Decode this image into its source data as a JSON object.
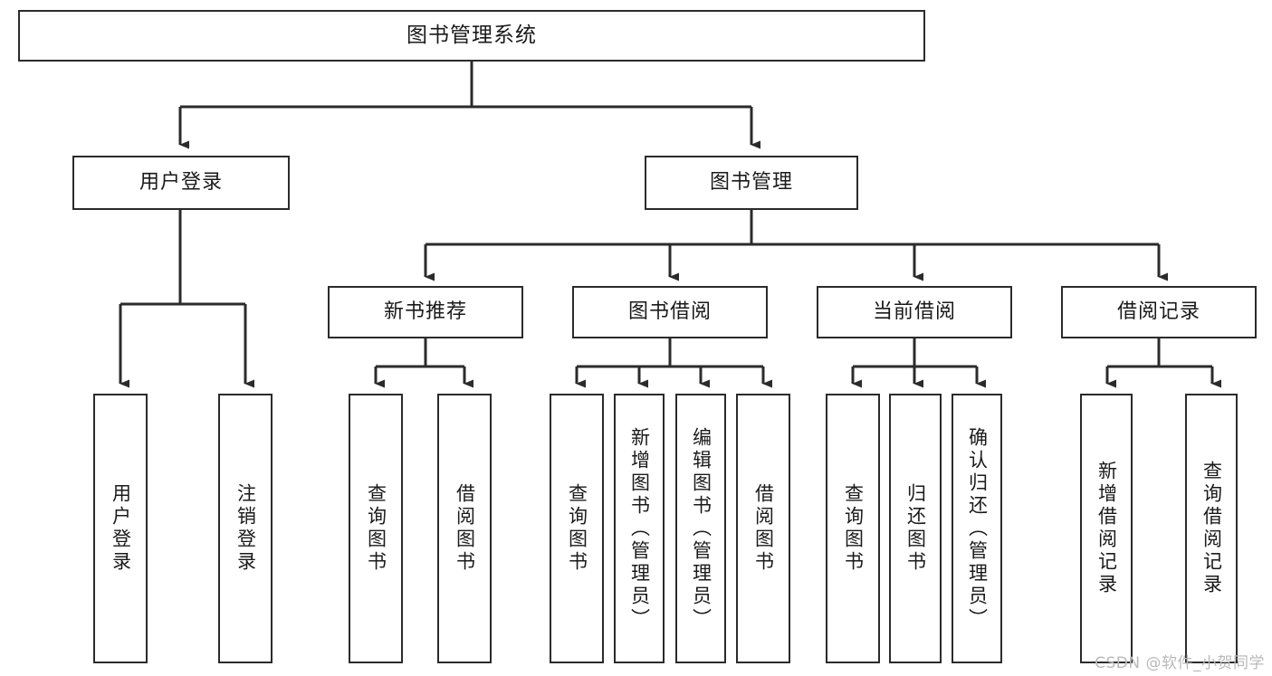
{
  "diagram": {
    "title": "图书管理系统",
    "watermark": "CSDN @软件_小贺同学",
    "line_color": "#2b2b2b",
    "box_fill": "#ffffff",
    "text_color": "#1a1a1a",
    "watermark_color": "#b9b9b9",
    "levels": {
      "root": {
        "label": "图书管理系统"
      },
      "level2": [
        {
          "label": "用户登录"
        },
        {
          "label": "图书管理"
        }
      ],
      "level3": [
        {
          "label": "新书推荐"
        },
        {
          "label": "图书借阅"
        },
        {
          "label": "当前借阅"
        },
        {
          "label": "借阅记录"
        }
      ],
      "leaves": {
        "user_login": [
          {
            "label": "用户登录"
          },
          {
            "label": "注销登录"
          }
        ],
        "new_book_recommend": [
          {
            "label": "查询图书"
          },
          {
            "label": "借阅图书"
          }
        ],
        "book_borrow": [
          {
            "label": "查询图书"
          },
          {
            "label": "新增图书（管理员）"
          },
          {
            "label": "编辑图书（管理员）"
          },
          {
            "label": "借阅图书"
          }
        ],
        "current_borrow": [
          {
            "label": "查询图书"
          },
          {
            "label": "归还图书"
          },
          {
            "label": "确认归还（管理员）"
          }
        ],
        "borrow_record": [
          {
            "label": "新增借阅记录"
          },
          {
            "label": "查询借阅记录"
          }
        ]
      }
    }
  }
}
